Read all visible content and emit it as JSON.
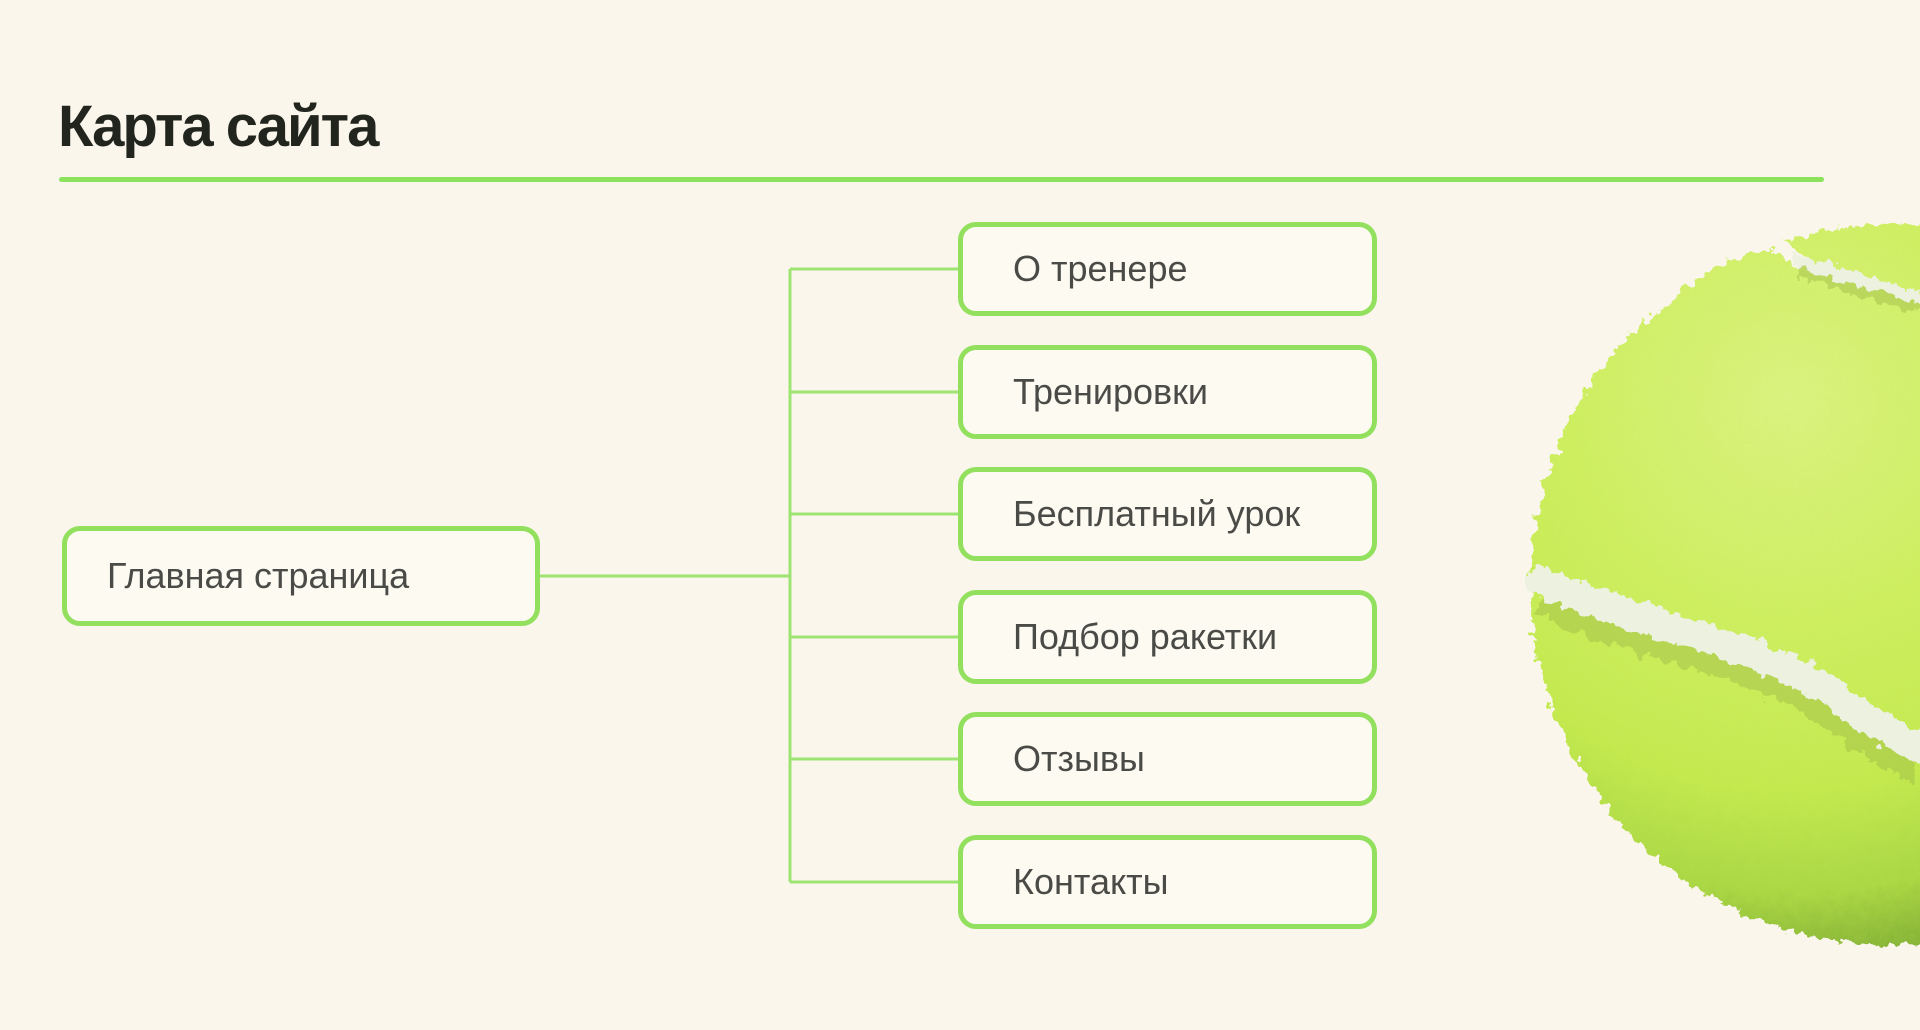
{
  "header": {
    "title": "Карта сайта"
  },
  "sitemap": {
    "root": {
      "label": "Главная страница"
    },
    "children": [
      {
        "label": "О тренере"
      },
      {
        "label": "Тренировки"
      },
      {
        "label": "Бесплатный урок"
      },
      {
        "label": "Подбор ракетки"
      },
      {
        "label": "Отзывы"
      },
      {
        "label": "Контакты"
      }
    ]
  },
  "theme": {
    "background": "#FAF6EC",
    "box_background": "#FCFAF1",
    "box_border_green": "#93E05F",
    "connector_green": "#9DE472",
    "underline_green": "#8BE25B",
    "title_color": "#22251E",
    "label_color": "#4A4B47",
    "ball_green": "#C9EE55",
    "ball_seam_white": "#ECF1E0"
  },
  "decor": {
    "tennis_ball": "tennis-ball-photo"
  }
}
